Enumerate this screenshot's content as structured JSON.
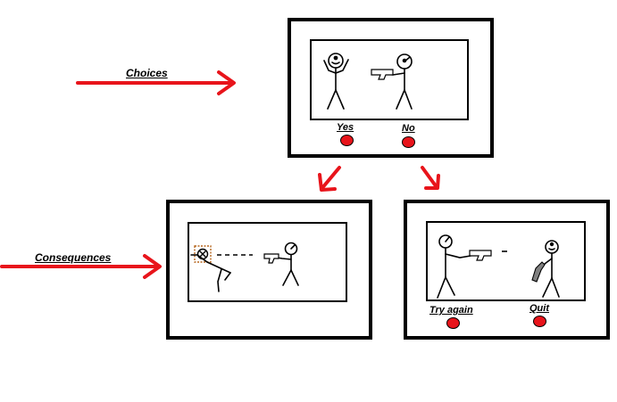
{
  "labels": {
    "choices": "Choices",
    "consequences": "Consequences"
  },
  "choice_panel": {
    "yes_label": "Yes",
    "no_label": "No"
  },
  "retry_panel": {
    "try_again_label": "Try again",
    "quit_label": "Quit"
  },
  "colors": {
    "arrow": "#e8141b",
    "button": "#e8141b",
    "ink": "#000000",
    "gun": "#808080",
    "target": "#b5651d"
  }
}
